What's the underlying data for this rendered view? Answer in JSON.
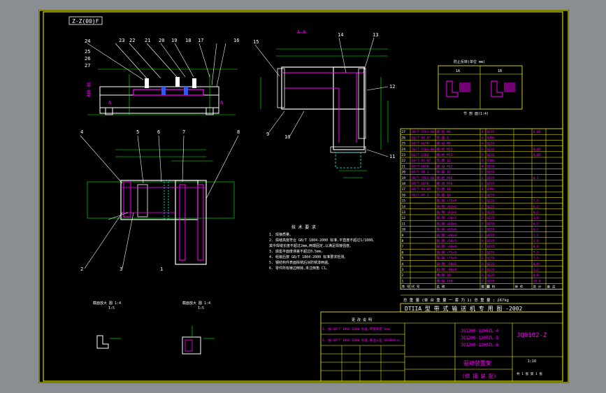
{
  "colors": {
    "background": "#8a8d91",
    "sheet": "#000000",
    "border": "#ffff00",
    "outline": "#ffffff",
    "dimension": "#00ff00",
    "text": "#ff00ff",
    "hidden": "#00ffff",
    "section_fill": "#ff00ff"
  },
  "sheet": {
    "corner_tag": "Z-Z(00)F"
  },
  "views": {
    "section_a": "A—A",
    "top_left_callouts": [
      "24",
      "25",
      "26",
      "27",
      "23",
      "22",
      "21",
      "20",
      "19",
      "18",
      "17",
      "16"
    ],
    "plan_callouts": [
      "15",
      "14",
      "13",
      "12",
      "11",
      "10",
      "9"
    ],
    "front_callouts": [
      "1",
      "2",
      "3",
      "4",
      "5",
      "6",
      "7",
      "8"
    ],
    "detail_left_title": "截面放大 图 1:4",
    "detail_right_title": "截面放大 图 1:4",
    "detail_left_scale": "1:5",
    "detail_right_scale": "1:5"
  },
  "inset": {
    "title": "防止反转(单位 mm)",
    "left_label": "1A",
    "right_label": "1B",
    "footer": "节 剖 面(1:4)"
  },
  "notes": {
    "heading": "技 术 要 求",
    "lines": [
      "1. 焊接质量。",
      "2. 焊缝高度符合 GB/T 1804-2000 标准,平直度不超过1/1000。",
      "   其中焊缝长度不超过2mm,两端固定,以满足焊接强度。",
      "3. 底座平面度误差不超过0.5mm。",
      "4. 组装后按 GB/T 1804-2000 标准要求检测。",
      "5. 钢结构件表面除锈后涂防锈漆两遍。",
      "6. 零件所有棱边倒钝,未注倒角 C1。"
    ]
  },
  "bom": {
    "rows": [
      [
        "27",
        "JB/T 5781-86",
        "螺 栓 M8",
        "4",
        "Q235",
        "",
        "0.02"
      ],
      [
        "26",
        "GB/T 93-87",
        "垫 圈 8",
        "4",
        "65Mn",
        "",
        ""
      ],
      [
        "25",
        "GB/T 6170",
        "螺 母 M8",
        "4",
        "Q235",
        "",
        ""
      ],
      [
        "24",
        "JB/T 5781-86",
        "螺 栓 M12",
        "2",
        "Q235",
        "",
        "0.05"
      ],
      [
        "23",
        "GB/T 5782",
        "螺 栓 M12",
        "2",
        "Q235",
        "",
        "0.05"
      ],
      [
        "22",
        "GB/T 93-87",
        "垫 圈 12",
        "4",
        "65Mn",
        "",
        ""
      ],
      [
        "21",
        "GB/T 6170",
        "螺 母 M12",
        "4",
        "Q235",
        "",
        ""
      ],
      [
        "20",
        "GB/T 97.1",
        "垫 圈 12",
        "2",
        "Q235",
        "",
        ""
      ],
      [
        "19",
        "JB/T 5781-86",
        "螺 栓 M16",
        "2",
        "Q235",
        "",
        "0.1"
      ],
      [
        "18",
        "GB/T 6170",
        "螺 母 M16",
        "2",
        "Q235",
        "",
        ""
      ],
      [
        "17",
        "GB/T 93-87",
        "垫 圈 16",
        "4",
        "65Mn",
        "",
        ""
      ],
      [
        "16",
        "GB/T 97.1",
        "垫 圈 16",
        "2",
        "Q235",
        "",
        ""
      ],
      [
        "15",
        "",
        "角 钢 ∠75×8",
        "1",
        "Q235",
        "",
        "7.5"
      ],
      [
        "14",
        "",
        "角 钢 ∠63×6",
        "2",
        "Q235",
        "",
        "6.2"
      ],
      [
        "13",
        "",
        "角 钢 ∠63×6",
        "1",
        "Q235",
        "",
        "6.2"
      ],
      [
        "12",
        "",
        "角 钢 ∠50×5",
        "2",
        "Q235",
        "",
        "3.8"
      ],
      [
        "11",
        "",
        "角 钢 ∠63×6",
        "2",
        "Q235",
        "",
        "6.2"
      ],
      [
        "10",
        "",
        "角 钢 ∠63×6",
        "2",
        "Q235",
        "",
        "6.2"
      ],
      [
        "9",
        "",
        "扁 钢 -80×8",
        "2",
        "Q235",
        "",
        "1.2"
      ],
      [
        "8",
        "",
        "角 钢 ∠50×5",
        "4",
        "Q235",
        "",
        "3.8"
      ],
      [
        "7",
        "",
        "扁 钢 -60×6",
        "2",
        "Q235",
        "",
        "0.8"
      ],
      [
        "6",
        "",
        "角 钢 ∠75×8",
        "2",
        "Q235",
        "",
        "7.5"
      ],
      [
        "5",
        "",
        "角 钢 ∠75×8",
        "2",
        "Q235",
        "",
        "7.5"
      ],
      [
        "4",
        "",
        "扁 钢 -60×6",
        "2",
        "Q235",
        "",
        "0.8"
      ],
      [
        "3",
        "",
        "扁 钢 -80×8",
        "2",
        "Q235",
        "",
        "1.2"
      ],
      [
        "2",
        "",
        "槽 钢 [8",
        "2",
        "Q235",
        "",
        "8.0"
      ],
      [
        "1",
        "",
        "槽 钢 [10",
        "2",
        "Q235",
        "",
        "10.0"
      ]
    ],
    "header": [
      "序 号",
      "代 号",
      "名 称",
      "数 量",
      "材 料",
      "单 件",
      "总 计",
      "备 注"
    ]
  },
  "title_block": {
    "weight_line": "总 重 量  (单 台 重 量  一 套 为 1)   总 重 量 :  267kg",
    "project_name": "DTIIA 型 带 式 输 送 机 专 用 图 -2002",
    "drawing_number": "JQ0102-Z",
    "part_numbers": [
      "JQ1200-1200ZL-4",
      "JQ1200-1200ZL-5",
      "JQ1200-1200ZL-6"
    ],
    "drawing_title": "驱动装置架",
    "unit_name": "(焊 接 装 配)",
    "revision_title": "更 改 说 明",
    "revision_lines": [
      "1. 按 GB/T 1804-2000 标准,焊接高度 6mm。",
      "2. 按 GB/T 1804-2000 标准,未注公差 GB1804-m。"
    ],
    "scale": "1:10",
    "sheet": "共 1 张 第 1 张"
  }
}
